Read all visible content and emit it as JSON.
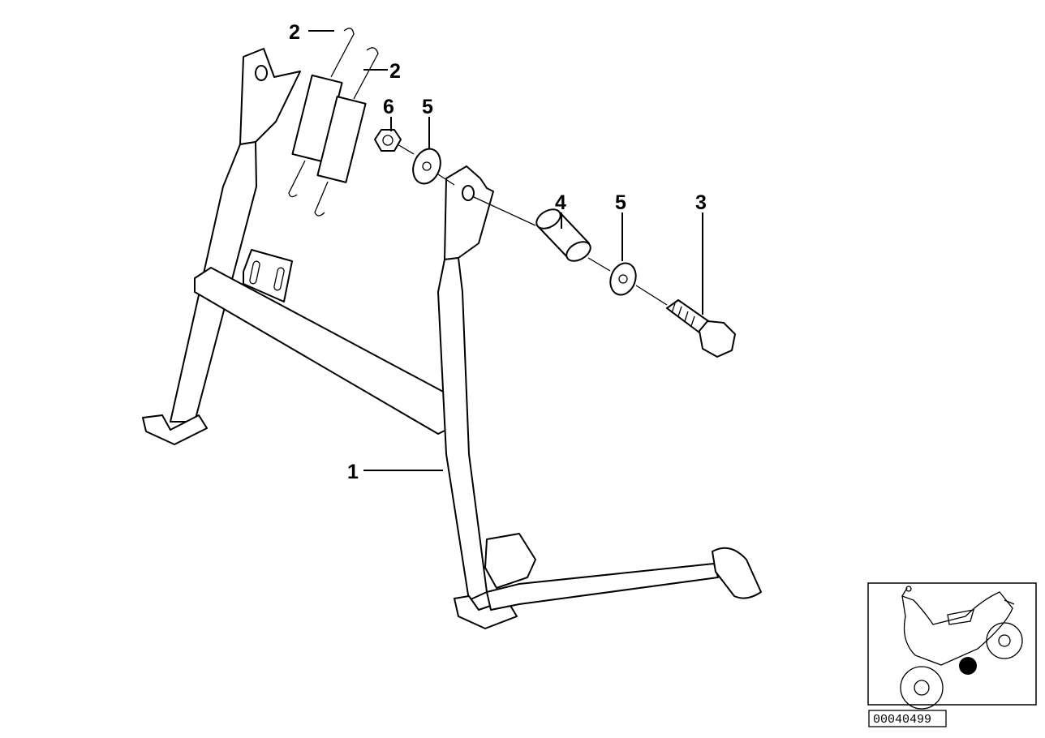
{
  "callouts": {
    "c1": "1",
    "c2a": "2",
    "c2b": "2",
    "c3": "3",
    "c4": "4",
    "c5a": "5",
    "c5b": "5",
    "c6": "6"
  },
  "part_number": "00040499",
  "colors": {
    "line": "#000000",
    "background": "#ffffff",
    "location_marker": "#000000"
  }
}
